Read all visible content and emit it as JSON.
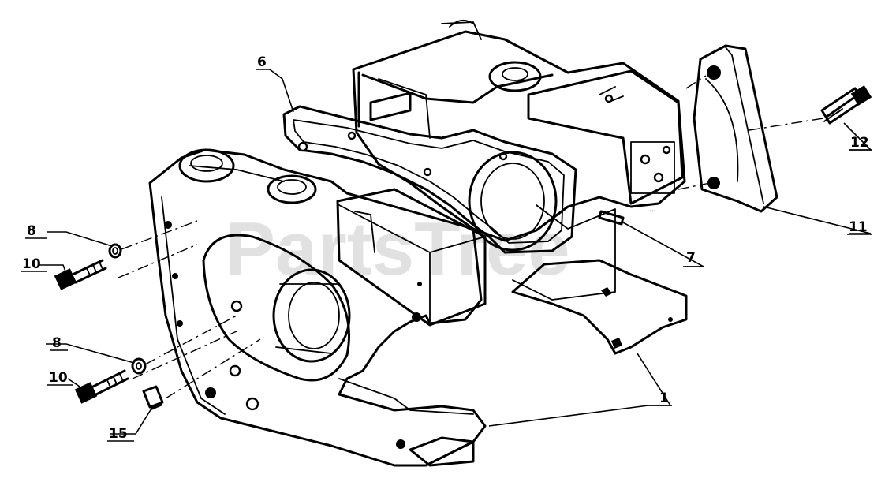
{
  "watermark": {
    "text": "PartsTree",
    "trademark": "™"
  },
  "callouts": [
    {
      "id": "1",
      "label": "1"
    },
    {
      "id": "6",
      "label": "6"
    },
    {
      "id": "7",
      "label": "7"
    },
    {
      "id": "8a",
      "label": "8"
    },
    {
      "id": "8b",
      "label": "8"
    },
    {
      "id": "10a",
      "label": "10"
    },
    {
      "id": "10b",
      "label": "10"
    },
    {
      "id": "11",
      "label": "11"
    },
    {
      "id": "12",
      "label": "12"
    },
    {
      "id": "15",
      "label": "15"
    }
  ],
  "colors": {
    "ink": "#000000",
    "background": "#ffffff",
    "watermark": "#c9c9c9"
  }
}
